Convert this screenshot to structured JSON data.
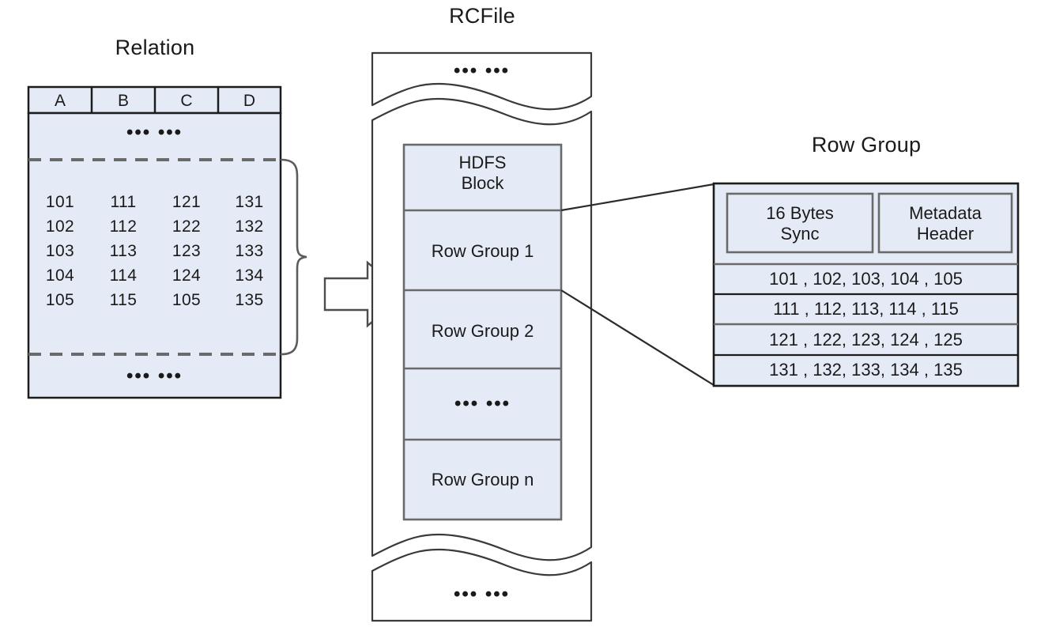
{
  "diagram": {
    "titles": {
      "relation": "Relation",
      "rcfile": "RCFile",
      "row_group": "Row Group"
    },
    "colors": {
      "cell_fill": "#e5ebf6",
      "stroke_dark": "#1c1c1c",
      "stroke_gray": "#6a6a6a",
      "background": "#ffffff"
    }
  },
  "relation": {
    "columns": [
      "A",
      "B",
      "C",
      "D"
    ],
    "top_ellipsis": "•••  •••",
    "bottom_ellipsis": "•••  •••",
    "rows": [
      [
        "101",
        "111",
        "121",
        "131"
      ],
      [
        "102",
        "112",
        "122",
        "132"
      ],
      [
        "103",
        "113",
        "123",
        "133"
      ],
      [
        "104",
        "114",
        "124",
        "134"
      ],
      [
        "105",
        "115",
        "105",
        "135"
      ]
    ]
  },
  "rcfile": {
    "top_fragment_ellipsis": "•••  •••",
    "bottom_fragment_ellipsis": "•••  •••",
    "blocks": [
      {
        "label": "HDFS\nBlock",
        "line1": "HDFS",
        "line2": "Block"
      },
      {
        "label": "Row Group 1"
      },
      {
        "label": "Row Group 2"
      },
      {
        "label": "•••  •••"
      },
      {
        "label": "Row Group n"
      }
    ]
  },
  "row_group": {
    "header_cells": [
      {
        "line1": "16 Bytes",
        "line2": "Sync"
      },
      {
        "line1": "Metadata",
        "line2": "Header"
      }
    ],
    "column_stripes": [
      "101 , 102, 103, 104 , 105",
      "111 , 112, 113, 114 , 115",
      "121 , 122, 123, 124 , 125",
      "131 , 132, 133, 134 , 135"
    ]
  }
}
